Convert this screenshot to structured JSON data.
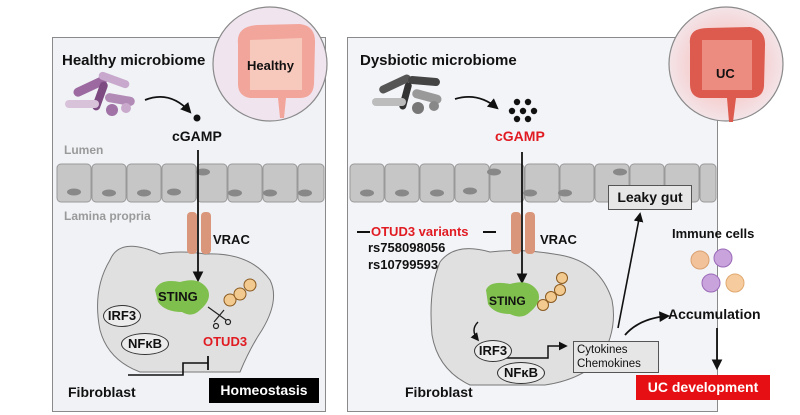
{
  "figure": {
    "left_panel": {
      "title": "Healthy microbiome",
      "badge_label": "Healthy",
      "cgamp_label": "cGAMP",
      "lumen_label": "Lumen",
      "lamina_label": "Lamina propria",
      "channel_label": "VRAC",
      "sting_label": "STING",
      "irf3_label": "IRF3",
      "nfkb_label": "NFκB",
      "enzyme_label": "OTUD3",
      "cell_label": "Fibroblast",
      "outcome_label": "Homeostasis"
    },
    "right_panel": {
      "title": "Dysbiotic microbiome",
      "badge_label": "UC",
      "cgamp_label": "cGAMP",
      "channel_label": "VRAC",
      "variants_title": "OTUD3 variants",
      "variants": [
        "rs758098056",
        "rs10799593"
      ],
      "sting_label": "STING",
      "irf3_label": "IRF3",
      "nfkb_label": "NFκB",
      "cell_label": "Fibroblast",
      "leaky_gut_label": "Leaky gut",
      "cytokines_label": "Cytokines",
      "chemokines_label": "Chemokines",
      "immune_label": "Immune cells",
      "accumulation_label": "Accumulation",
      "outcome_label": "UC development"
    },
    "colors": {
      "accent_red": "#e11b22",
      "sting_green": "#7fbf4d",
      "vrac_orange": "#d9967a",
      "healthy_colon": "#f2a59b",
      "uc_colon": "#dd5a4e",
      "epithelium": "#c6c6c6"
    }
  }
}
